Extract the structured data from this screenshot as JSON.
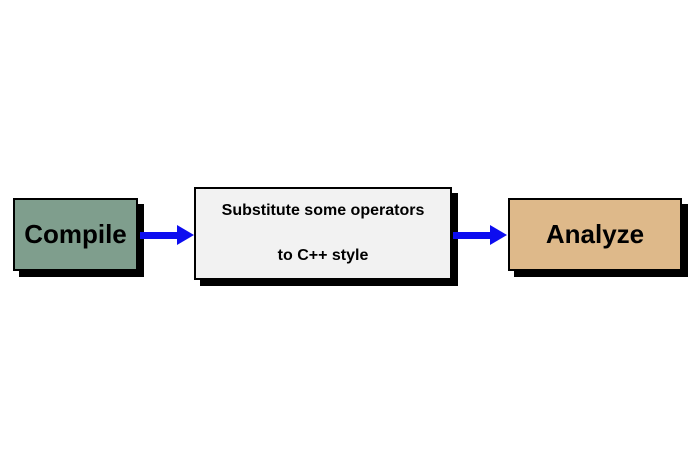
{
  "page": {
    "background_color": "#FFFFFF"
  },
  "diagram": {
    "type": "flowchart",
    "direction": "left-to-right",
    "nodes": {
      "compile": {
        "label": "Compile",
        "fill": "#7F9E8D",
        "border_color": "#000000",
        "shadow_color": "#000000"
      },
      "substitute": {
        "line1": "Substitute some operators",
        "line2": "to C++ style",
        "fill": "#F2F2F2",
        "border_color": "#000000",
        "shadow_color": "#000000"
      },
      "analyze": {
        "label": "Analyze",
        "fill": "#DEB98A",
        "border_color": "#000000",
        "shadow_color": "#000000"
      }
    },
    "edges": [
      {
        "from": "compile",
        "to": "substitute",
        "color": "#0D0DF0"
      },
      {
        "from": "substitute",
        "to": "analyze",
        "color": "#0D0DF0"
      }
    ]
  }
}
